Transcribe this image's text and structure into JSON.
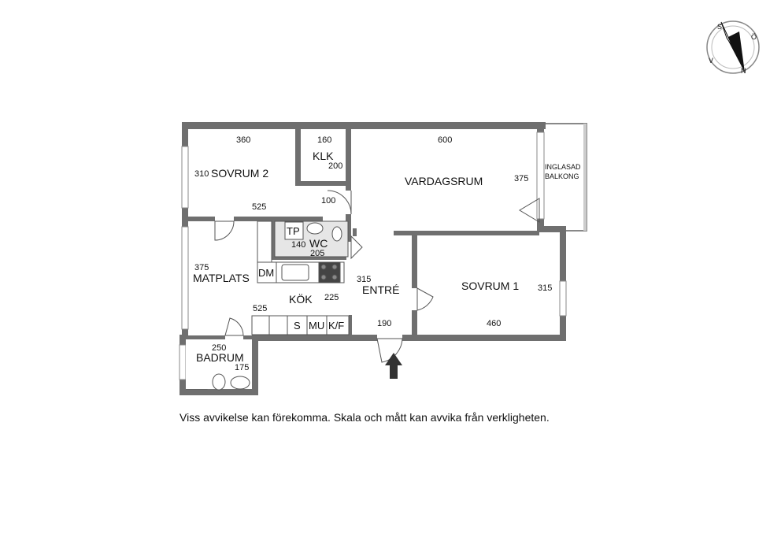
{
  "compass": {
    "letters": {
      "north": "N",
      "south": "S",
      "east": "Ö",
      "west": "V"
    }
  },
  "rooms": {
    "sovrum2": "SOVRUM 2",
    "klk": "KLK",
    "vardagsrum": "VARDAGSRUM",
    "balkong_line1": "INGLASAD",
    "balkong_line2": "BALKONG",
    "tp": "TP",
    "wc": "WC",
    "dm": "DM",
    "matplats": "MATPLATS",
    "kok": "KÖK",
    "entre": "ENTRÉ",
    "sovrum1": "SOVRUM 1",
    "badrum": "BADRUM"
  },
  "appliances": {
    "s": "S",
    "mu": "MU",
    "kf": "K/F"
  },
  "dimensions": {
    "d360": "360",
    "d160": "160",
    "d600": "600",
    "d310": "310",
    "d200": "200",
    "d375_vardag": "375",
    "d525_top": "525",
    "d100": "100",
    "d140": "140",
    "d205": "205",
    "d375_mat": "375",
    "d315_entre": "315",
    "d225": "225",
    "d315_sov1": "315",
    "d525_bot": "525",
    "d190": "190",
    "d460": "460",
    "d250": "250",
    "d175": "175"
  },
  "disclaimer": "Viss avvikelse kan förekomma. Skala och mått kan avvika från verkligheten."
}
